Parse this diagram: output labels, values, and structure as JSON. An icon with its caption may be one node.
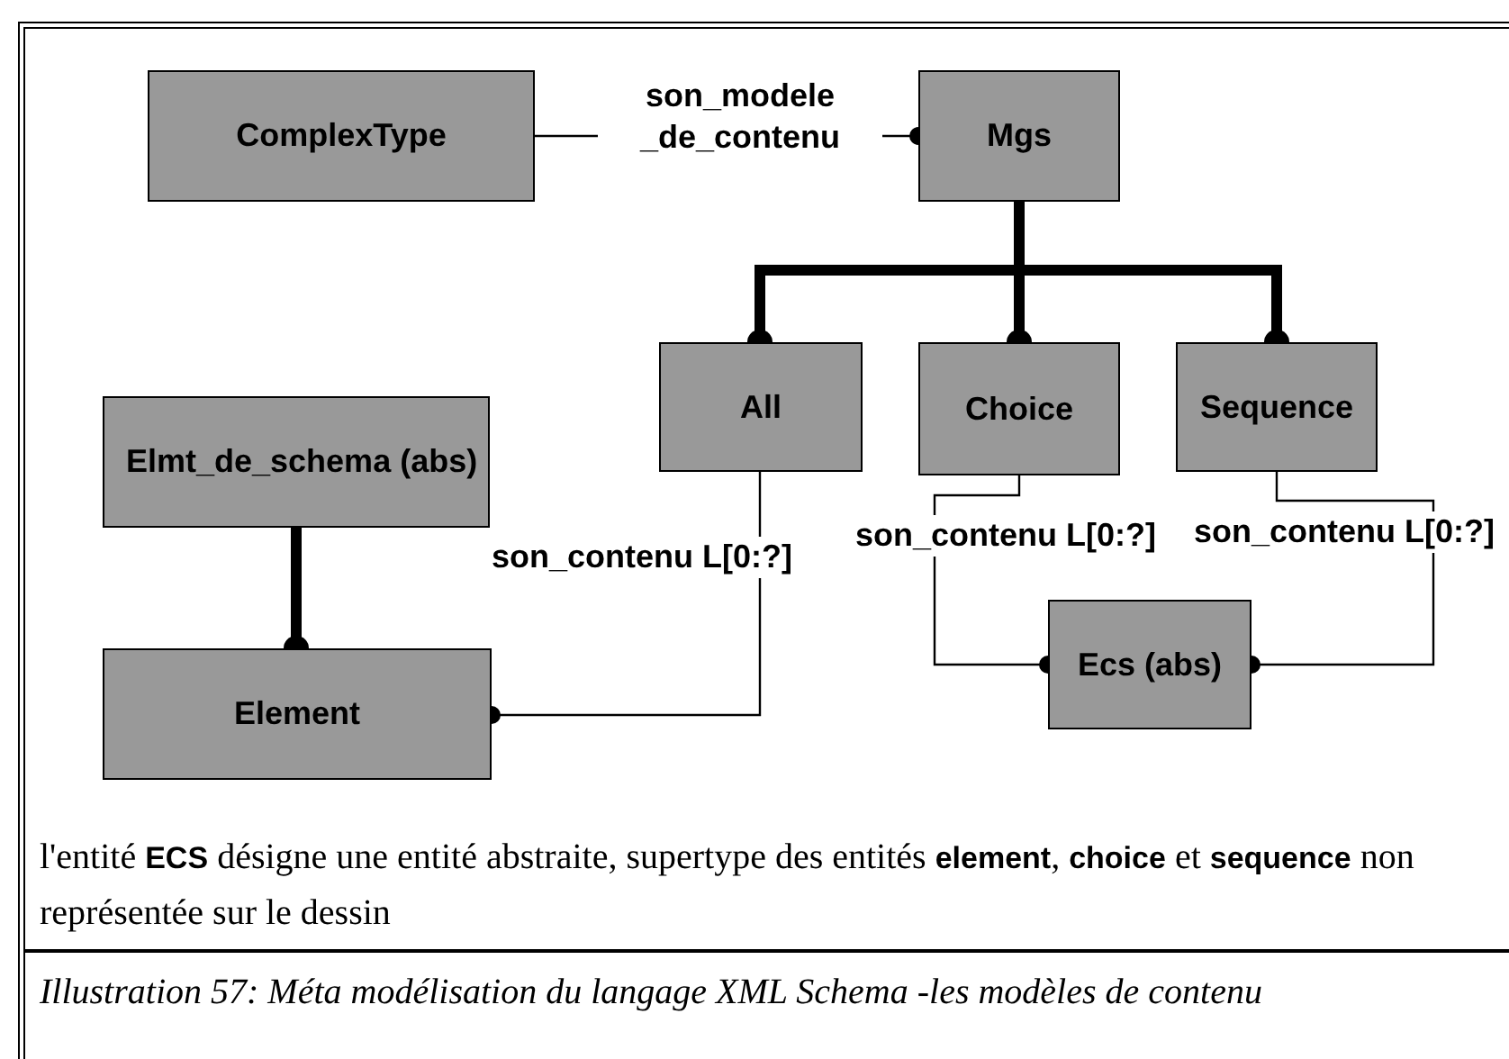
{
  "diagram": {
    "caption": "Illustration 57: Méta modélisation du langage XML Schema -les modèles de contenu",
    "nodes": [
      {
        "text": [
          "ComplexType"
        ]
      },
      {
        "text": [
          "Mgs"
        ]
      },
      {
        "text": [
          "All"
        ]
      },
      {
        "text": [
          "Choice"
        ]
      },
      {
        "text": [
          "Sequence"
        ]
      },
      {
        "text": [
          "Elmt_de_schema (abs)"
        ]
      },
      {
        "text": [
          "Element"
        ]
      },
      {
        "text": [
          "Ecs (abs)"
        ]
      }
    ],
    "edges": [
      {
        "from": 0,
        "to": 1,
        "arrow": "other",
        "label": "son_modele _de_contenu"
      },
      {
        "from": 1,
        "to": 2,
        "arrow": "other",
        "style": "thick"
      },
      {
        "from": 1,
        "to": 3,
        "arrow": "other",
        "style": "thick"
      },
      {
        "from": 1,
        "to": 4,
        "arrow": "other",
        "style": "thick"
      },
      {
        "from": 5,
        "to": 6,
        "arrow": "other",
        "style": "thick"
      },
      {
        "from": 2,
        "to": 6,
        "arrow": "other",
        "label": "son_contenu L[0:?]"
      },
      {
        "from": 3,
        "to": 7,
        "arrow": "other",
        "label": "son_contenu L[0:?]"
      },
      {
        "from": 4,
        "to": 7,
        "arrow": "other",
        "label": "son_contenu L[0:?]"
      }
    ],
    "labels": [
      "l'entité **ECS** désigne une entité abstraite, supertype des entités **element**, **choice** et **sequence** non représentée sur le dessin"
    ]
  }
}
